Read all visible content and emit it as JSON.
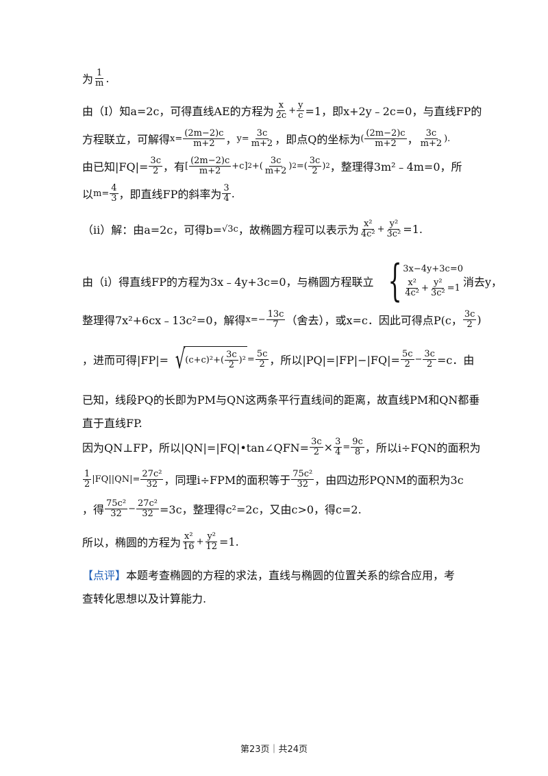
{
  "lines": {
    "l1a": "为",
    "l1frac": {
      "n": "1",
      "d": "m"
    },
    "l1b": ".",
    "l2a": "由（Ⅰ）知a=2c，可得直线AE的方程为",
    "l2f1": {
      "n": "x",
      "d": "2c"
    },
    "l2f2": {
      "n": "y",
      "d": "c"
    },
    "l2b": "=1，即x+2y﹣2c=0，与直线FP的",
    "l3a": "方程联立，可解得",
    "l3x": "x=",
    "l3f1": {
      "n": "(2m−2)c",
      "d": "m+2"
    },
    "l3y": "y=",
    "l3f2": {
      "n": "3c",
      "d": "m+2"
    },
    "l3b": "，即点Q的坐标为",
    "l3f3": {
      "n": "(2m−2)c",
      "d": "m+2"
    },
    "l3f4": {
      "n": "3c",
      "d": "m+2"
    },
    "l4a": "由已知|FQ|=",
    "l4f1": {
      "n": "3c",
      "d": "2"
    },
    "l4b": "，有",
    "l4f2": {
      "n": "(2m−2)c",
      "d": "m+2"
    },
    "l4c": "+c]",
    "l4f3": {
      "n": "3c",
      "d": "m+2"
    },
    "l4f4": {
      "n": "3c",
      "d": "2"
    },
    "l4d": "，整理得3m²﹣4m=0，所",
    "l5a": "以",
    "l5m": "m=",
    "l5f1": {
      "n": "4",
      "d": "3"
    },
    "l5b": "，即直线FP的斜率为",
    "l5f2": {
      "n": "3",
      "d": "4"
    },
    "l5c": ".",
    "l6a": "（ii）解：由a=2c，可得b=",
    "l6sq": "√3c",
    "l6b": "，故椭圆方程可以表示为",
    "l6f1": {
      "n": "x²",
      "d": "4c²"
    },
    "l6f2": {
      "n": "y²",
      "d": "3c²"
    },
    "l6c": "=1.",
    "l7a": "由（i）得直线FP的方程为3x﹣4y+3c=0，与椭圆方程联立",
    "l7r1": "3x−4y+3c=0",
    "l7f1": {
      "n": "x²",
      "d": "4c²"
    },
    "l7f2": {
      "n": "y²",
      "d": "3c²"
    },
    "l7r2b": "=1",
    "l7b": "消去y，",
    "l8a": "整理得7x²+6cx﹣13c²=0，解得",
    "l8x": "x=−",
    "l8f1": {
      "n": "13c",
      "d": "7"
    },
    "l8b": "（舍去），或x=c．因此可得点P(c，",
    "l8f2": {
      "n": "3c",
      "d": "2"
    },
    "l8c": ")",
    "l9a": "，进而可得|FP|=",
    "l9in": "(c+c)²+(",
    "l9f1": {
      "n": "3c",
      "d": "2"
    },
    "l9in2": ")²",
    "l9eq": "=",
    "l9f2": {
      "n": "5c",
      "d": "2"
    },
    "l9b": "，所以|PQ|=|FP|−|FQ|=",
    "l9f3": {
      "n": "5c",
      "d": "2"
    },
    "l9f4": {
      "n": "3c",
      "d": "2"
    },
    "l9c": "=c．由",
    "l10": "已知，线段PQ的长即为PM与QN这两条平行直线间的距离，故直线PM和QN都垂",
    "l11": "直于直线FP.",
    "l12a": "因为QN⊥FP，所以|QN|=|FQ|•tan∠QFN=",
    "l12f1": {
      "n": "3c",
      "d": "2"
    },
    "l12x": "×",
    "l12f2": {
      "n": "3",
      "d": "4"
    },
    "l12eq": "=",
    "l12f3": {
      "n": "9c",
      "d": "8"
    },
    "l12b": "，所以i÷FQN的面积为",
    "l13f0": {
      "n": "1",
      "d": "2"
    },
    "l13a": "|FQ||QN|=",
    "l13f1": {
      "n": "27c²",
      "d": "32"
    },
    "l13b": "，同理i÷FPM的面积等于",
    "l13f2": {
      "n": "75c²",
      "d": "32"
    },
    "l13c": "，由四边形PQNM的面积为3c",
    "l14a": "，得",
    "l14f1": {
      "n": "75c²",
      "d": "32"
    },
    "l14f2": {
      "n": "27c²",
      "d": "32"
    },
    "l14b": "=3c，整理得c²=2c，又由c>0，得c=2.",
    "l15a": "所以，椭圆的方程为",
    "l15f1": {
      "n": "x²",
      "d": "16"
    },
    "l15f2": {
      "n": "y²",
      "d": "12"
    },
    "l15b": "=1.",
    "l16tag": "【点评】",
    "l16a": "本题考查椭圆的方程的求法，直线与椭圆的位置关系的综合应用，考",
    "l17": "查转化思想以及计算能力."
  },
  "footer": "第23页｜共24页"
}
